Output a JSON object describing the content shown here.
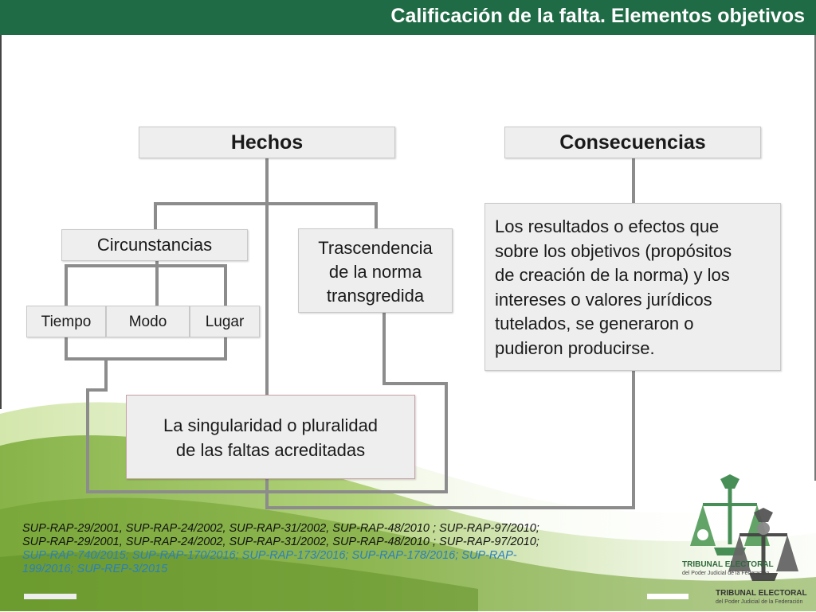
{
  "header": {
    "title": "Calificación de la falta. Elementos objetivos"
  },
  "colors": {
    "header_bg": "#1f6b45",
    "box_bg": "#eeeeee",
    "connector": "#8c8c8c",
    "accent_pink": "#c9a0a8",
    "citation_blue": "#2a7fbf"
  },
  "diagram": {
    "hechos": "Hechos",
    "consecuencias": "Consecuencias",
    "circunstancias": "Circunstancias",
    "trascendencia": [
      "Trascendencia",
      "de la norma",
      "transgredida"
    ],
    "tiempo": "Tiempo",
    "modo": "Modo",
    "lugar": "Lugar",
    "singularidad": [
      "La singularidad o pluralidad",
      "de las faltas acreditadas"
    ],
    "consecuencias_desc": [
      "Los resultados o efectos que",
      "sobre los objetivos (propósitos",
      "de creación de la norma) y los",
      "intereses o valores jurídicos",
      "tutelados, se generaron o",
      "pudieron producirse."
    ]
  },
  "references": {
    "line1": "SUP-RAP-29/2001, SUP-RAP-24/2002, SUP-RAP-31/2002, SUP-RAP-48/2010 ; SUP-RAP-97/2010;",
    "line2": "SUP-RAP-29/2001, SUP-RAP-24/2002, SUP-RAP-31/2002, SUP-RAP-48/2010 ; SUP-RAP-97/2010;",
    "line3": "SUP-RAP-740/2015; SUP-RAP-170/2016; SUP-RAP-173/2016; SUP-RAP-178/2016; SUP-RAP-",
    "line4": "199/2016; SUP-REP-3/2015"
  },
  "logo": {
    "name": "TRIBUNAL ELECTORAL",
    "subtitle": "del Poder Judicial de la Federación",
    "icon": "scales-of-justice-icon"
  }
}
